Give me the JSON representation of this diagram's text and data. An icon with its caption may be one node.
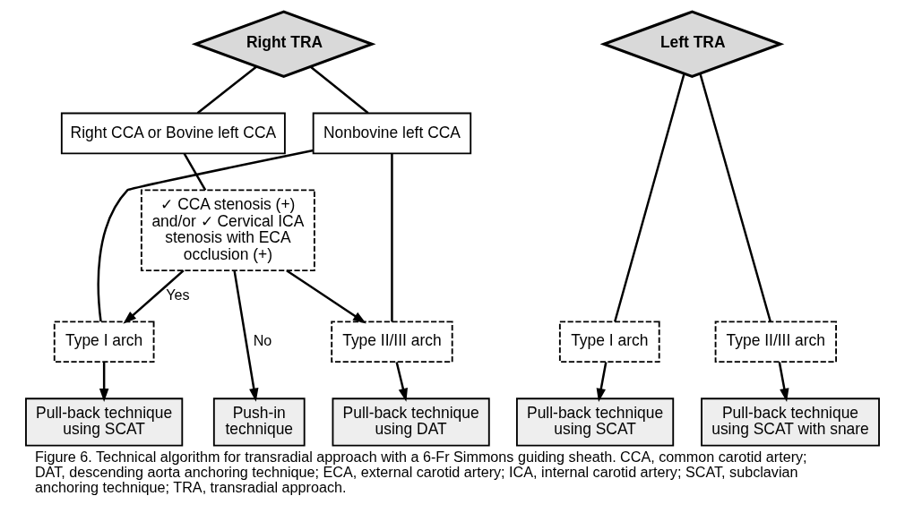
{
  "diagram": {
    "caption": "Figure 6. Technical algorithm for transradial approach with a 6-Fr Simmons guiding sheath. CCA, common carotid artery; DAT, descending aorta anchoring technique; ECA, external carotid artery; ICA, internal carotid artery; SCAT, subclavian anchoring technique; TRA, transradial approach.",
    "nodes": [
      {
        "text": [
          "Right TRA"
        ]
      },
      {
        "text": [
          "Right CCA or Bovine left CCA"
        ]
      },
      {
        "text": [
          "Nonbovine left CCA"
        ]
      },
      {
        "text": [
          "✓ CCA stenosis (+) and/or ✓ Cervical ICA stenosis with ECA occlusion (+)"
        ]
      },
      {
        "text": [
          "Type I arch"
        ]
      },
      {
        "text": [
          "Type II/III arch"
        ]
      },
      {
        "text": [
          "Push-in technique"
        ]
      },
      {
        "text": [
          "Pull-back technique using SCAT"
        ]
      },
      {
        "text": [
          "Pull-back technique using DAT"
        ]
      },
      {
        "text": [
          "Left TRA"
        ]
      },
      {
        "text": [
          "Type I arch"
        ]
      },
      {
        "text": [
          "Type II/III arch"
        ]
      },
      {
        "text": [
          "Pull-back technique using SCAT"
        ]
      },
      {
        "text": [
          "Pull-back technique using SCAT with snare"
        ]
      }
    ],
    "edges": [
      {
        "from": 0,
        "to": 1,
        "arrow": "none"
      },
      {
        "from": 0,
        "to": 2,
        "arrow": "none"
      },
      {
        "from": 1,
        "to": 3,
        "arrow": "none"
      },
      {
        "from": 2,
        "to": 4,
        "arrow": "none"
      },
      {
        "from": 2,
        "to": 5,
        "arrow": "none"
      },
      {
        "from": 3,
        "to": 4,
        "label": "Yes",
        "arrow": "to"
      },
      {
        "from": 3,
        "to": 5,
        "arrow": "to"
      },
      {
        "from": 3,
        "to": 6,
        "label": "No",
        "arrow": "to"
      },
      {
        "from": 4,
        "to": 7,
        "arrow": "to"
      },
      {
        "from": 5,
        "to": 8,
        "arrow": "to"
      },
      {
        "from": 9,
        "to": 10,
        "arrow": "none"
      },
      {
        "from": 9,
        "to": 11,
        "arrow": "none"
      },
      {
        "from": 10,
        "to": 12,
        "arrow": "to"
      },
      {
        "from": 11,
        "to": 13,
        "arrow": "to"
      }
    ]
  }
}
